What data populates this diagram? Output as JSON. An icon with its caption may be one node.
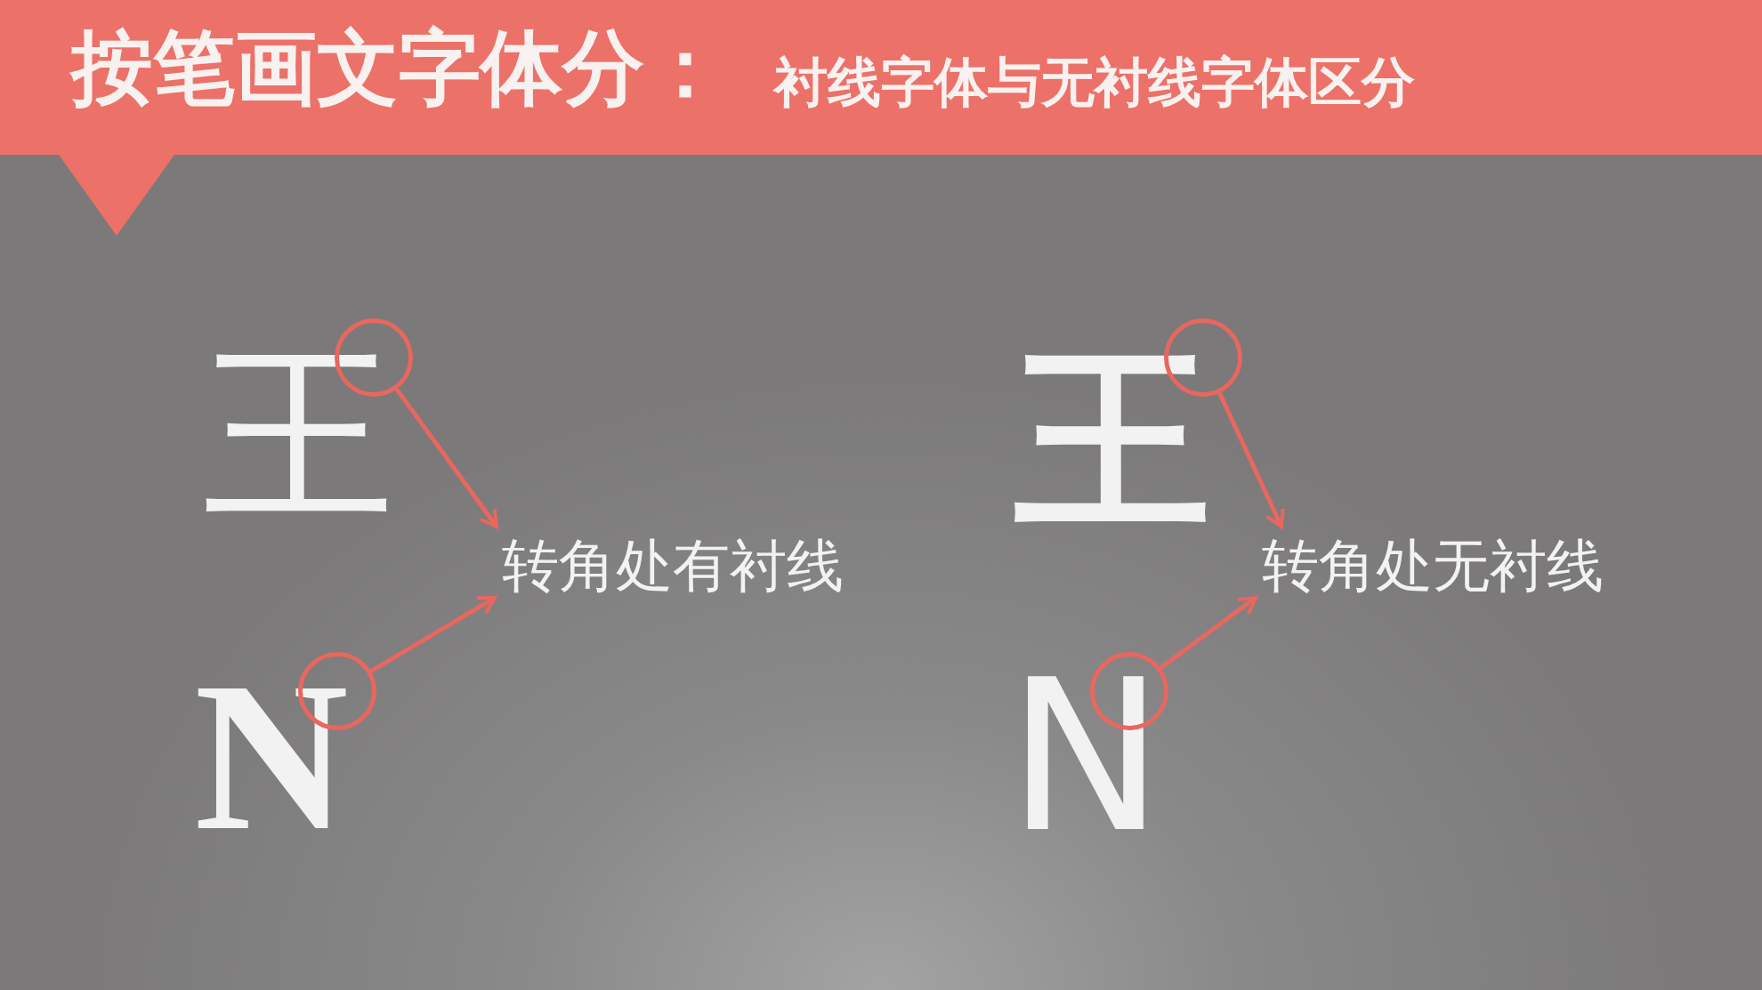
{
  "diagram": {
    "title": "按笔画文字体分：",
    "nodes": [
      {
        "text": [
          "王"
        ]
      },
      {
        "text": [
          "N"
        ]
      },
      {
        "text": [
          "转角处有衬线"
        ]
      },
      {
        "text": [
          "王"
        ]
      },
      {
        "text": [
          "N"
        ]
      },
      {
        "text": [
          "转角处无衬线"
        ]
      },
      {
        "text": [],
        "shape": "circle"
      },
      {
        "text": [],
        "shape": "circle"
      },
      {
        "text": [],
        "shape": "circle"
      },
      {
        "text": [],
        "shape": "circle"
      }
    ],
    "edges": [
      {
        "from": 6,
        "to": 2,
        "arrow": "to"
      },
      {
        "from": 7,
        "to": 2,
        "arrow": "to"
      },
      {
        "from": 8,
        "to": 5,
        "arrow": "to"
      },
      {
        "from": 9,
        "to": 5,
        "arrow": "to"
      }
    ],
    "labels": [
      "衬线字体与无衬线字体区分"
    ]
  }
}
